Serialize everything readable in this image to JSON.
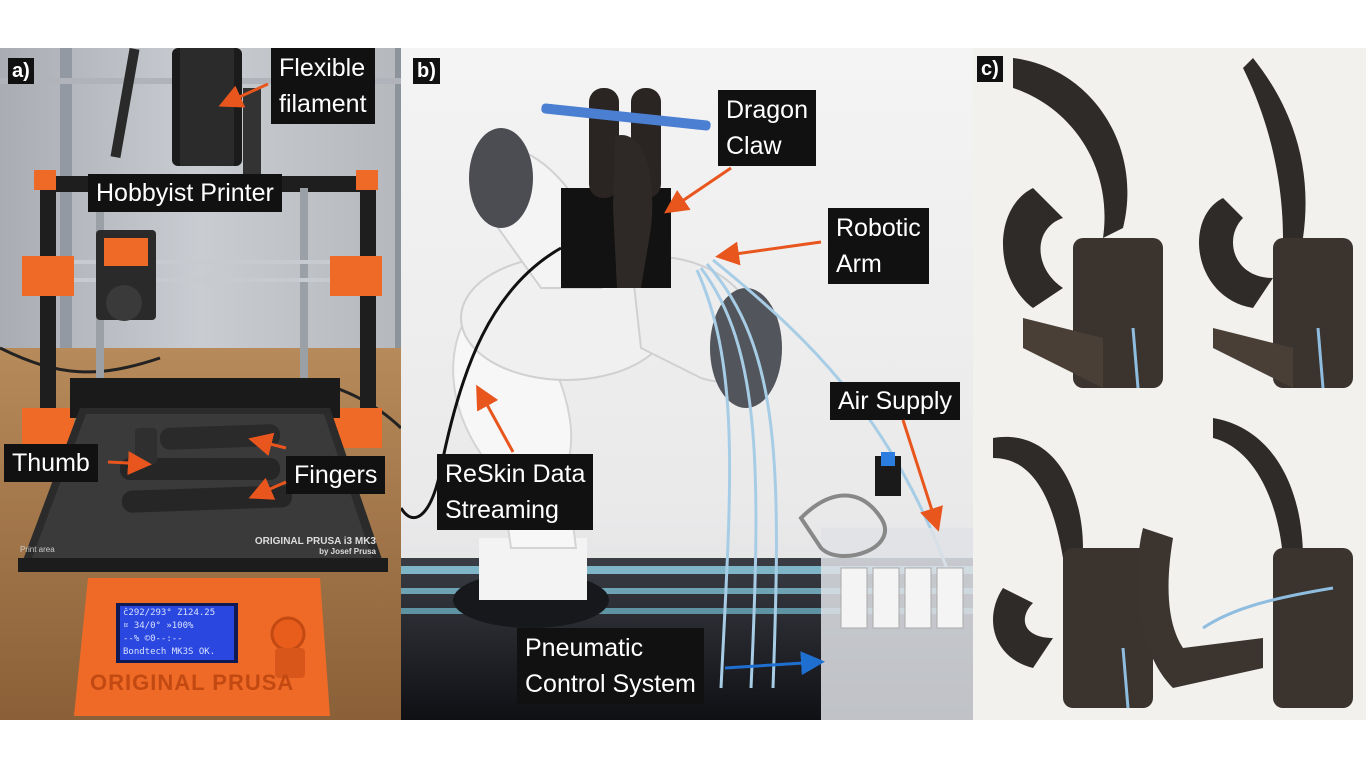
{
  "panel_a": {
    "panel_label": "a)",
    "labels": {
      "flexible_filament": [
        "Flexible",
        "filament"
      ],
      "hobbyist_printer": "Hobbyist Printer",
      "thumb": "Thumb",
      "fingers": "Fingers"
    },
    "printer_plate": [
      "ORIGINAL PRUSA i3 MK3",
      "by Josef Prusa"
    ],
    "print_area": "Print area",
    "lcd_lines": [
      "ĉ292/293°   Z124.25",
      "¤ 34/0°    »100%",
      "  --%        ©0--:--",
      "Bondtech MK3S OK."
    ],
    "printer_brand": "ORIGINAL PRUSA"
  },
  "panel_b": {
    "panel_label": "b)",
    "labels": {
      "dragon_claw": [
        "Dragon",
        "Claw"
      ],
      "robotic_arm": [
        "Robotic",
        "Arm"
      ],
      "air_supply": "Air Supply",
      "reskin": [
        "ReSkin Data",
        "Streaming"
      ],
      "pneumatic": [
        "Pneumatic",
        "Control System"
      ]
    }
  },
  "panel_c": {
    "panel_label": "c)"
  },
  "colors": {
    "annotation_arrow_orange": "#e8561e",
    "annotation_arrow_blue": "#1f6fd1",
    "label_background": "#111111",
    "printer_orange": "#f06a27",
    "lcd_blue": "#2a48e0"
  }
}
